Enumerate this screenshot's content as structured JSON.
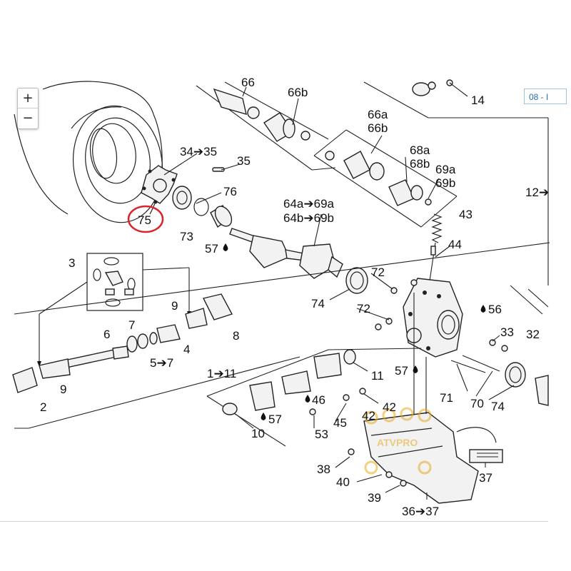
{
  "zoom": {
    "in_label": "+",
    "out_label": "−"
  },
  "page_tab": "08 - I",
  "callouts": {
    "c66_top": "66",
    "c66b": "66b",
    "c14": "14",
    "c66a_66b": [
      "66a",
      "66b"
    ],
    "c68": [
      "68a",
      "68b"
    ],
    "c69": [
      "69a",
      "69b"
    ],
    "c34_35": "34➔35",
    "c35": "35",
    "c76": "76",
    "c12": "12➔",
    "c75": "75",
    "c64a": "64a➔69a",
    "c64b": "64b➔69b",
    "c43": "43",
    "c73": "73",
    "c57a": "57",
    "c44": "44",
    "c3": "3",
    "c72a": "72",
    "c74a": "74",
    "c72b": "72",
    "c56": "56",
    "c9a": "9",
    "c7": "7",
    "c6": "6",
    "c8": "8",
    "c4": "4",
    "c33": "33",
    "c32": "32",
    "c5_7": "5➔7",
    "c11a": "11",
    "c1_11": "1➔11",
    "c57b": "57",
    "c9b": "9",
    "c71": "71",
    "c70": "70",
    "c74b": "74",
    "c2": "2",
    "c46": "46",
    "c42a": "42",
    "c57c": "57",
    "c45": "45",
    "c42b": "42",
    "c10": "10",
    "c53": "53",
    "c38": "38",
    "c37": "37",
    "c40": "40",
    "c39": "39",
    "c36_37": "36➔37"
  },
  "highlight": {
    "part": "75",
    "color": "#d9262c"
  },
  "watermark": "ATVPRO",
  "colors": {
    "watermark": "#e8a81c",
    "link": "#2a6fa8"
  }
}
